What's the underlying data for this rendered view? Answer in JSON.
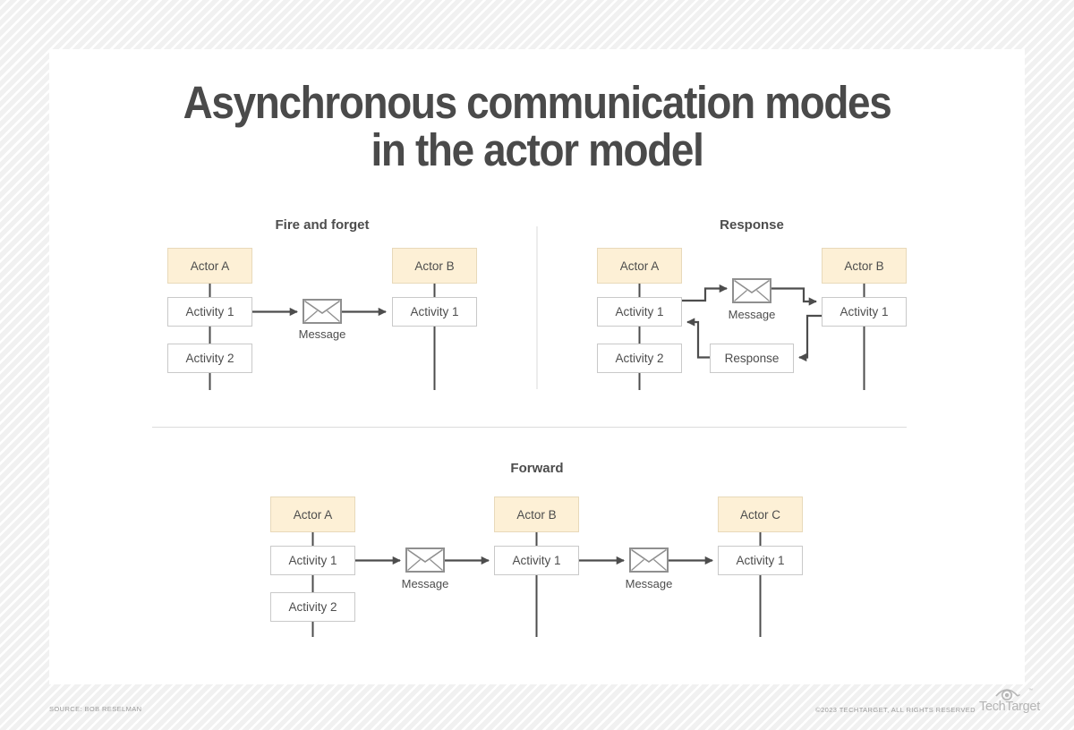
{
  "page": {
    "title_line1": "Asynchronous communication modes",
    "title_line2": "in the actor model"
  },
  "diagrams": {
    "fire_and_forget": {
      "title": "Fire and forget",
      "actor_a": "Actor A",
      "actor_b": "Actor B",
      "a_activity_1": "Activity 1",
      "a_activity_2": "Activity 2",
      "b_activity_1": "Activity 1",
      "message": "Message"
    },
    "response": {
      "title": "Response",
      "actor_a": "Actor A",
      "actor_b": "Actor B",
      "a_activity_1": "Activity 1",
      "a_activity_2": "Activity 2",
      "b_activity_1": "Activity 1",
      "message": "Message",
      "response_label": "Response"
    },
    "forward": {
      "title": "Forward",
      "actor_a": "Actor A",
      "actor_b": "Actor B",
      "actor_c": "Actor C",
      "a_activity_1": "Activity 1",
      "a_activity_2": "Activity 2",
      "b_activity_1": "Activity 1",
      "c_activity_1": "Activity 1",
      "message_1": "Message",
      "message_2": "Message"
    }
  },
  "footer": {
    "source": "SOURCE: BOB RESELMAN",
    "copyright": "©2023 TECHTARGET, ALL RIGHTS RESERVED",
    "logo_text": "TechTarget",
    "logo_tm": "™"
  },
  "colors": {
    "card_bg": "#ffffff",
    "stripe_gray": "#f1f1f1",
    "actor_fill": "#fdf0d6",
    "actor_border": "#e8d9ba",
    "activity_border": "#c9c9c9",
    "line": "#4d4d4d",
    "envelope_border": "#8f8f8f",
    "title_text": "#4a4a4a",
    "footer_text": "#9b9b9b"
  }
}
